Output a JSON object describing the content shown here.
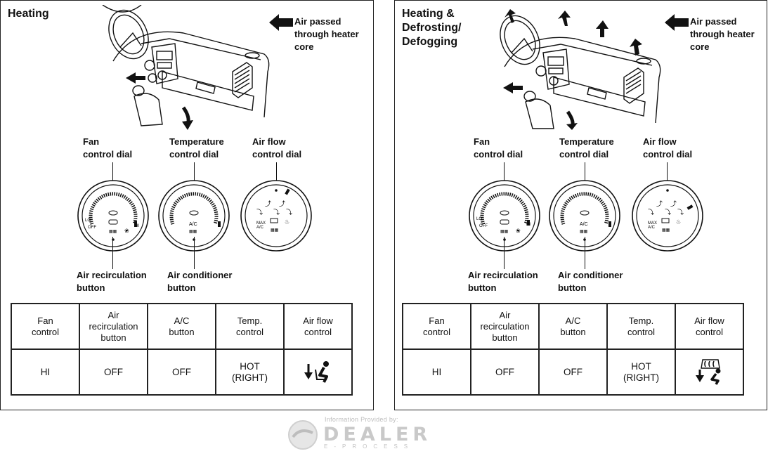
{
  "left": {
    "title": "Heating",
    "legend": "Air passed\nthrough heater\ncore",
    "labels": {
      "fan_dial": "Fan\ncontrol dial",
      "temp_dial": "Temperature\ncontrol dial",
      "airflow_dial": "Air flow\ncontrol dial",
      "recirc_button": "Air recirculation\nbutton",
      "ac_button": "Air conditioner\nbutton"
    },
    "table": {
      "headers": [
        "Fan\ncontrol",
        "Air\nrecirculation\nbutton",
        "A/C\nbutton",
        "Temp.\ncontrol",
        "Air flow\ncontrol"
      ],
      "values": [
        "HI",
        "OFF",
        "OFF",
        "HOT\n(RIGHT)",
        ""
      ]
    }
  },
  "right": {
    "title": "Heating &\nDefrosting/\nDefogging",
    "legend": "Air passed\nthrough heater\ncore",
    "labels": {
      "fan_dial": "Fan\ncontrol dial",
      "temp_dial": "Temperature\ncontrol dial",
      "airflow_dial": "Air flow\ncontrol dial",
      "recirc_button": "Air recirculation\nbutton",
      "ac_button": "Air conditioner\nbutton"
    },
    "table": {
      "headers": [
        "Fan\ncontrol",
        "Air\nrecirculation\nbutton",
        "A/C\nbutton",
        "Temp.\ncontrol",
        "Air flow\ncontrol"
      ],
      "values": [
        "HI",
        "OFF",
        "OFF",
        "HOT\n(RIGHT)",
        ""
      ]
    }
  },
  "dial_text": {
    "lo": "LO",
    "hi": "HI",
    "off": "OFF",
    "ac": "A/C",
    "max_ac": "MAX\nA/C"
  },
  "footer": {
    "provided_by": "Information Provided by:",
    "brand": "DEALER",
    "sub": "E-PROCESS"
  },
  "icons": [
    "arrow-left-icon",
    "arrow-up-icon",
    "arrow-down-icon",
    "floor-vent-icon",
    "defrost-floor-icon",
    "dealer-logo-icon"
  ]
}
